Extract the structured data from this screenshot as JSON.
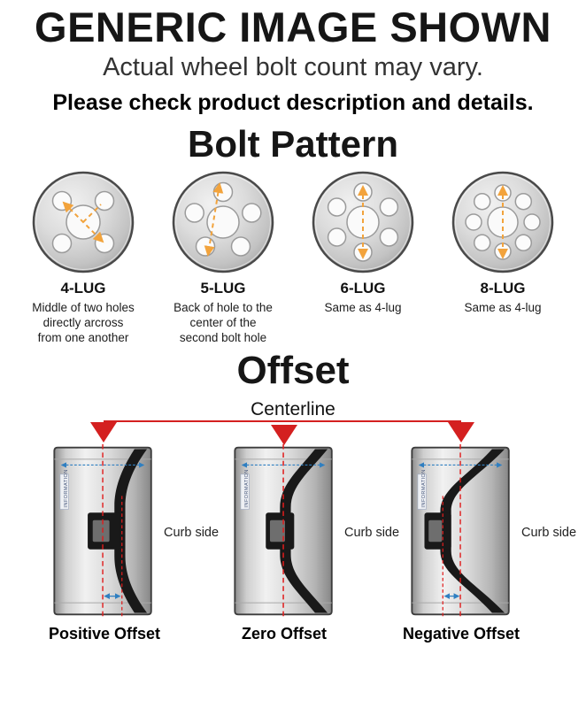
{
  "header": {
    "title": "GENERIC IMAGE SHOWN",
    "subtitle": "Actual wheel bolt count may vary.",
    "note": "Please check product description and details."
  },
  "bolt_pattern": {
    "title": "Bolt Pattern",
    "items": [
      {
        "label": "4-LUG",
        "description": "Middle of two holes directly arcross from one another"
      },
      {
        "label": "5-LUG",
        "description": "Back of hole to the center of the second bolt hole"
      },
      {
        "label": "6-LUG",
        "description": "Same as 4-lug"
      },
      {
        "label": "8-LUG",
        "description": "Same as 4-lug"
      }
    ]
  },
  "offset": {
    "title": "Offset",
    "centerline_label": "Centerline",
    "curb_side_label": "Curb side",
    "wheel_sticker_text": "INFORMATION",
    "items": [
      {
        "label": "Positive Offset"
      },
      {
        "label": "Zero Offset"
      },
      {
        "label": "Negative Offset"
      }
    ]
  },
  "colors": {
    "accent_red": "#d42020",
    "measure_orange": "#f2a33c",
    "dimension_blue": "#2f7fc1"
  }
}
